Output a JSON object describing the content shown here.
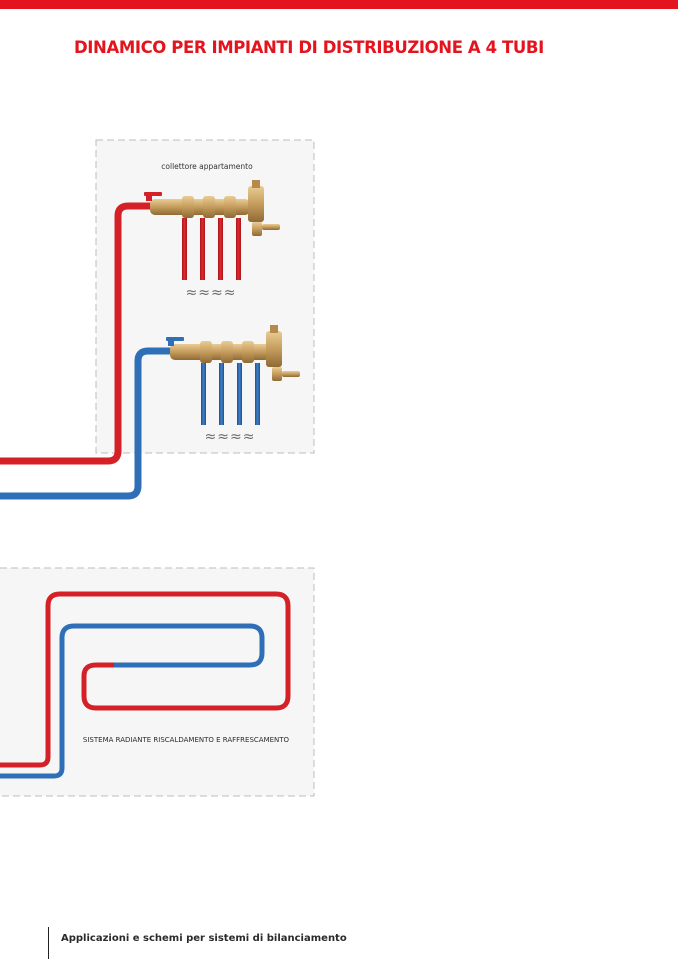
{
  "page": {
    "title": "DINAMICO PER IMPIANTI DI DISTRIBUZIONE A 4 TUBI",
    "footer": "Applicazioni e schemi per sistemi di bilanciamento"
  },
  "diagram": {
    "manifold_label": "collettore appartamento",
    "radiant_label": "SISTEMA RADIANTE RISCALDAMENTO E RAFFRESCAMENTO",
    "hot_symbols": "≈≈≈≈",
    "cold_symbols": "≈≈≈≈"
  },
  "colors": {
    "brand_red": "#e3141d",
    "hot_pipe": "#d42127",
    "cold_pipe": "#2f6fb7",
    "brass": "#c49a5c"
  },
  "icons": {
    "hot_manifold": "brass-manifold-red-valve-icon",
    "cold_manifold": "brass-manifold-blue-valve-icon",
    "emitter": "radiant-emitter-wave-icon"
  }
}
